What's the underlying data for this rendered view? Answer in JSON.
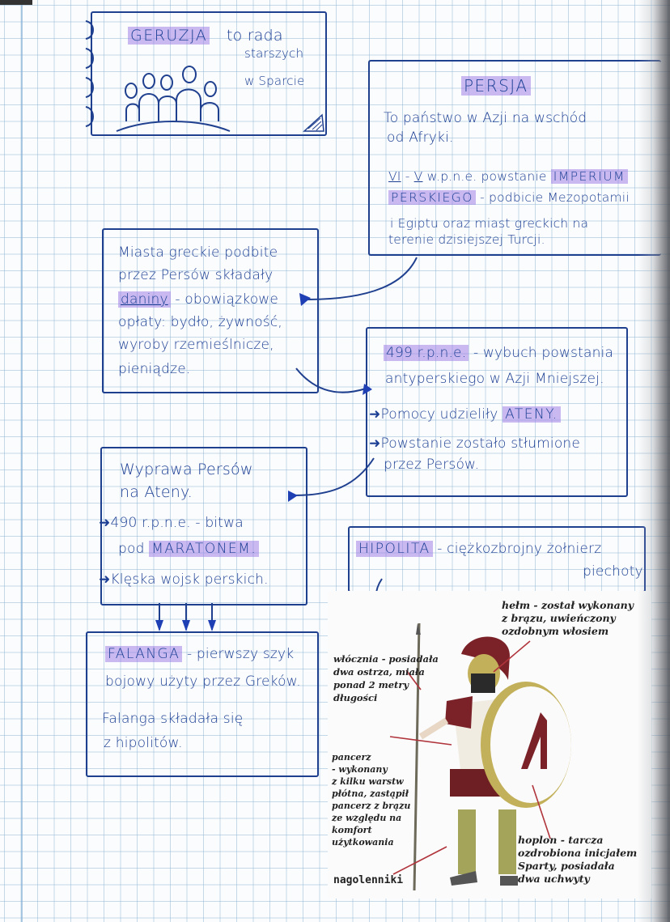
{
  "page": {
    "type": "notebook-page",
    "accent_highlight": "#a98ee6",
    "ink_color": "#1c3f94"
  },
  "geruzja": {
    "term": "GERUZJA",
    "text_lines": [
      "to rada",
      "starszych",
      "w Sparcie"
    ]
  },
  "persja": {
    "title": "PERSJA",
    "lines": [
      "To państwo w Azji na wschód",
      "od Afryki."
    ],
    "para2": {
      "century_from": "VI",
      "dash": "-",
      "century_to": "V",
      "era": "w.p.n.e. powstanie",
      "highlight1": "IMPERIUM",
      "highlight2": "PERSKIEGO",
      "rest1": "- podbicie Mezopotamii",
      "rest2": "i Egiptu oraz miast greckich na",
      "rest3": "terenie dzisiejszej Turcji."
    }
  },
  "miasta": {
    "line1": "Miasta greckie podbite",
    "line2": "przez Persów składały",
    "highlight": "daniny",
    "line3_rest": "- obowiązkowe",
    "line4": "opłaty: bydło, żywność,",
    "line5": "wyroby rzemieślnicze,",
    "line6": "pieniądze."
  },
  "powstanie": {
    "highlight": "499 r.p.n.e.",
    "line1_rest": "- wybuch powstania",
    "line2": "antyperskiego w Azji Mniejszej.",
    "bullet1_text": "Pomocy udzieliły",
    "bullet1_highlight": "ATENY.",
    "bullet2_line1": "Powstanie zostało stłumione",
    "bullet2_line2": "przez Persów."
  },
  "wyprawa": {
    "line1": "Wyprawa Persów",
    "line2": "na Ateny.",
    "bullet1": "490 r.p.n.e. - bitwa",
    "bullet1_cont": "pod",
    "bullet1_highlight": "MARATONEM.",
    "bullet2": "Klęska wojsk perskich."
  },
  "hipolita": {
    "highlight": "HIPOLITA",
    "text": "- ciężkozbrojny żołnierz",
    "text2": "piechoty"
  },
  "falanga": {
    "highlight": "FALANGA",
    "line1_rest": "- pierwszy szyk",
    "line2": "bojowy użyty przez Greków.",
    "line3": "Falanga składała się",
    "line4": "z hipolitów."
  },
  "hoplite_captions": {
    "helm": [
      "hełm - został wykonany",
      "z brązu, uwieńczony",
      "ozdobnym włosiem"
    ],
    "wlocznia": [
      "włócznia - posiadała",
      "dwa ostrza, miała",
      "ponad 2 metry",
      "długości"
    ],
    "pancerz": [
      "pancerz",
      "- wykonany",
      "z kilku warstw",
      "płótna, zastąpił",
      "pancerz z brązu",
      "ze względu na",
      "komfort",
      "użytkowania"
    ],
    "nagolenniki": "nagolenniki",
    "hoplon": [
      "hoplon - tarcza",
      "ozdrobiona inicjałem",
      "Sparty, posiadała",
      "dwa uchwyty"
    ]
  }
}
